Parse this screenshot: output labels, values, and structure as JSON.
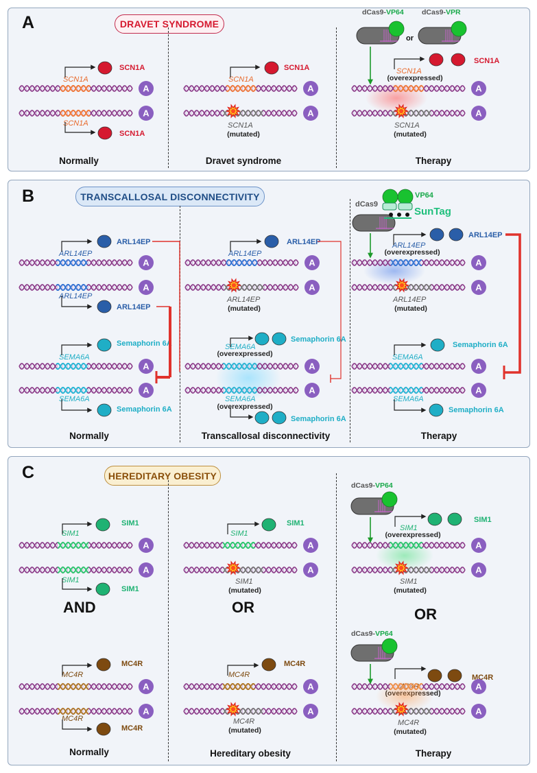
{
  "panels": {
    "a": {
      "letter": "A",
      "title": "DRAVET SYNDROME",
      "captions": [
        "Normally",
        "Dravet syndrome",
        "Therapy"
      ],
      "gene": "SCN1A",
      "protein": "SCN1A",
      "mutated": "(mutated)",
      "overexpressed": "(overexpressed)",
      "dcas_prefix": "dCas9-",
      "activator1": "VP64",
      "activator2": "VPR",
      "or": "or"
    },
    "b": {
      "letter": "B",
      "title": "TRANSCALLOSAL DISCONNECTIVITY",
      "captions": [
        "Normally",
        "Transcallosal disconnectivity",
        "Therapy"
      ],
      "gene1": "ARL14EP",
      "protein1": "ARL14EP",
      "gene2": "SEMA6A",
      "protein2": "Semaphorin 6A",
      "mutated": "(mutated)",
      "overexpressed": "(overexpressed)",
      "dcas": "dCas9",
      "activator": "VP64",
      "suntag": "SunTag"
    },
    "c": {
      "letter": "C",
      "title": "HEREDITARY OBESITY",
      "captions": [
        "Normally",
        "Hereditary obesity",
        "Therapy"
      ],
      "gene1": "SIM1",
      "protein1": "SIM1",
      "gene2": "MC4R",
      "protein2": "MC4R",
      "mutated": "(mutated)",
      "overexpressed": "(overexpressed)",
      "dcas_prefix": "dCas9-",
      "activator": "VP64",
      "and": "AND",
      "or": "OR"
    }
  },
  "promoter_glyph": "A",
  "colors": {
    "scn1a": "#d5192f",
    "arl14ep": "#2a5ea8",
    "sema6a": "#1faec6",
    "sim1": "#1fb273",
    "mc4r": "#7d4a10",
    "promoter": "#8a5fc0",
    "activator": "#19c230"
  }
}
